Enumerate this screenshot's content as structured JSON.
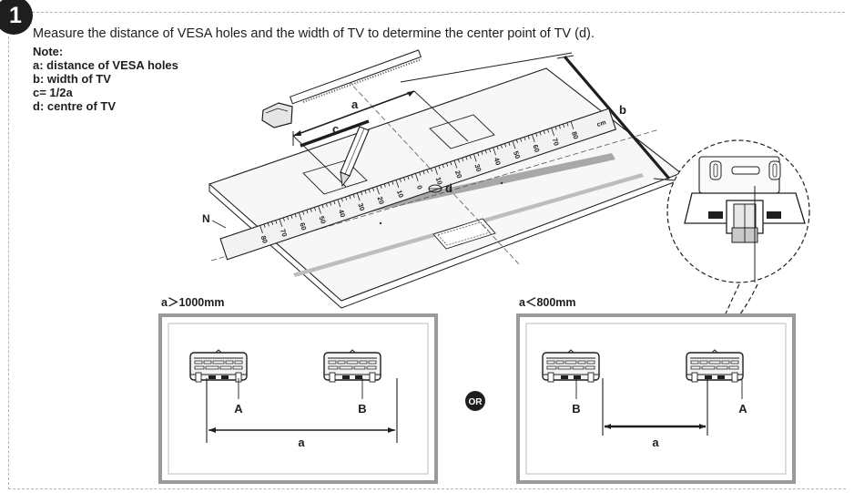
{
  "step": {
    "number": "1"
  },
  "instruction": "Measure the distance of VESA holes and the width of TV to determine the center point of TV (d).",
  "note": {
    "title": "Note:",
    "lines": [
      "a: distance of VESA holes",
      "b: width of TV",
      "c= 1/2a",
      "d: centre of TV"
    ]
  },
  "main_diagram": {
    "label_a": "a",
    "label_b": "b",
    "label_c": "c",
    "label_d": "d",
    "label_n": "N",
    "ruler_unit": "cm",
    "ruler_ticks_right": [
      "10",
      "20",
      "30",
      "40",
      "50",
      "60",
      "70",
      "80"
    ],
    "ruler_ticks_left": [
      "10",
      "20",
      "30",
      "40",
      "50",
      "60",
      "70",
      "80"
    ],
    "ruler_zero": "0"
  },
  "panel_wide": {
    "title": "a＞1000mm",
    "left_bracket": "A",
    "right_bracket": "B",
    "distance": "a"
  },
  "or_badge": "OR",
  "panel_narrow": {
    "title": "a＜800mm",
    "left_bracket": "B",
    "right_bracket": "A",
    "distance": "a"
  },
  "colors": {
    "ink": "#1e1e1e",
    "panel_border": "#9a9a9a",
    "dashed_frame": "#b5b5b5"
  }
}
